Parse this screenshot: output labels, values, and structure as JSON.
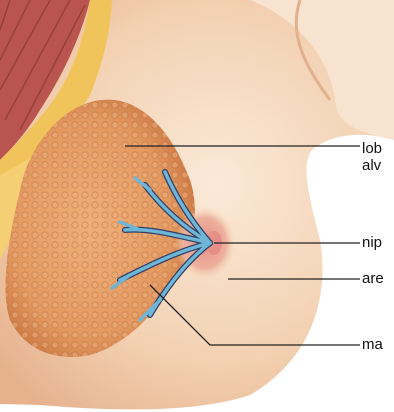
{
  "labels": {
    "lobules_line1": "lob",
    "lobules_line2": "alv",
    "nipple": "nip",
    "areola": "are",
    "mammary": "ma"
  },
  "colors": {
    "skin_light": "#f7e3cf",
    "skin_mid": "#efc9a6",
    "skin_shadow": "#e1a882",
    "gland_tissue": "#e9a36d",
    "gland_dark": "#c8733f",
    "fat_yellow": "#f0c45a",
    "muscle_red": "#b9544f",
    "duct_blue": "#6fb5d6",
    "duct_dark": "#2f3f66",
    "nipple_pink": "#e58f86",
    "leader_line": "#222222"
  }
}
